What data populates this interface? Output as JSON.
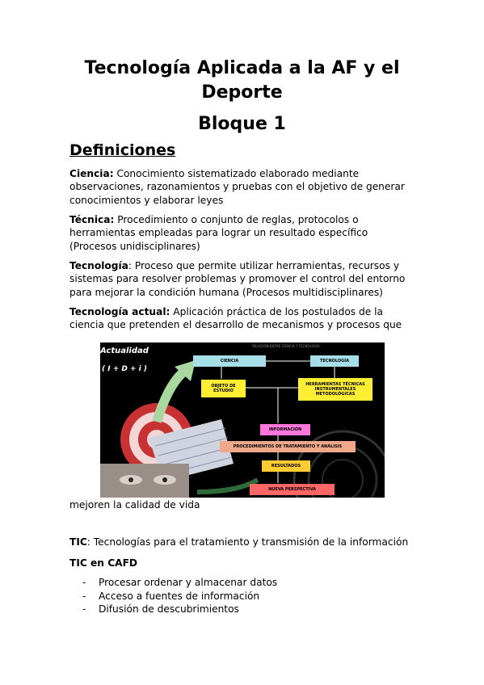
{
  "title_line1": "Tecnología Aplicada a la AF y el",
  "title_line2": "Deporte",
  "block_title": "Bloque 1",
  "definitions_heading": "Definiciones",
  "definitions": [
    {
      "term": "Ciencia:",
      "text": " Conocimiento sistematizado elaborado mediante observaciones, razonamientos y pruebas con el objetivo de generar conocimientos y elaborar leyes"
    },
    {
      "term": "Técnica:",
      "text": " Procedimiento o conjunto de reglas, protocolos o herramientas empleadas para lograr un resultado específico (Procesos unidisciplinares)"
    },
    {
      "term": "Tecnología",
      "text": ": Proceso que permite utilizar herramientas, recursos y sistemas para resolver problemas y promover el control del entorno para mejorar la condición humana (Procesos multidisciplinares)"
    },
    {
      "term": "Tecnología actual:",
      "text": " Aplicación práctica de los postulados de la ciencia que pretenden el desarrollo de mecanismos y procesos que"
    }
  ],
  "continuation": "mejoren la calidad de vida",
  "diagram": {
    "actualidad": "Actualidad",
    "formula": "( I + D + i )",
    "header": "RELACIÓN ENTRE CIENCIA Y TECNOLOGÍA",
    "ciencia": "CIENCIA",
    "tecnologia": "TECNOLOGÍA",
    "objeto": "OBJETO DE ESTUDIO",
    "herramientas": "HERRAMIENTAS TÉCNICAS INSTRUMENTALES METODOLÓGICAS",
    "informacion": "INFORMACIÓN",
    "procedimientos": "PROCEDIMIENTOS DE TRATAMIENTO Y ANÁLISIS",
    "resultados": "RESULTADOS",
    "nueva": "NUEVA PERSPECTIVA"
  },
  "tic_term": "TIC",
  "tic_text": ": Tecnologías para el tratamiento y transmisión de la información",
  "tic_cafd_heading": "TIC en CAFD",
  "tic_cafd_items": [
    "Procesar ordenar y almacenar datos",
    "Acceso a fuentes de información",
    "Difusión de descubrimientos"
  ],
  "colors": {
    "cyan_box": "#a6dfe8",
    "yellow_box": "#ffee33",
    "pink_box": "#ff77dd",
    "salmon_box": "#f0a88a",
    "orange_box": "#ffcc33",
    "red_box": "#ff6666",
    "arrow_green": "#a8d8a0"
  }
}
